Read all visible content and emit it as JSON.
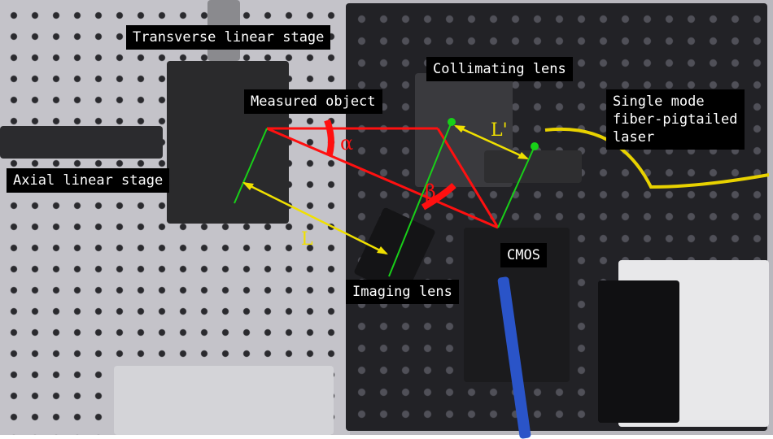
{
  "labels": {
    "transverse_stage": "Transverse linear stage",
    "collimating_lens": "Collimating lens",
    "measured_object": "Measured object",
    "laser": "Single mode\nfiber-pigtailed\nlaser",
    "axial_stage": "Axial linear stage",
    "cmos": "CMOS",
    "imaging_lens": "Imaging lens"
  },
  "symbols": {
    "alpha": "α",
    "beta": "β",
    "L": "L",
    "L_prime": "L'"
  },
  "colors": {
    "beam": "#ff1010",
    "axis": "#18d018",
    "distance": "#f0e000"
  }
}
